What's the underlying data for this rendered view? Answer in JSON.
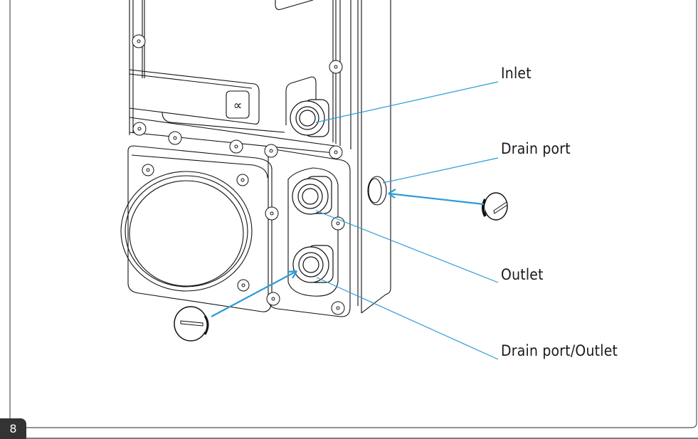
{
  "page": {
    "number": "8"
  },
  "figure": {
    "description": "Exploded line drawing of pump/reservoir unit with port plugs",
    "logo_glyph": "∝",
    "callout_color": "#2b9bd6",
    "callouts": [
      {
        "id": "inlet",
        "label": "Inlet"
      },
      {
        "id": "drain-port",
        "label": "Drain port"
      },
      {
        "id": "outlet",
        "label": "Outlet"
      },
      {
        "id": "drain-port-outlet",
        "label": "Drain port/Outlet"
      }
    ]
  }
}
